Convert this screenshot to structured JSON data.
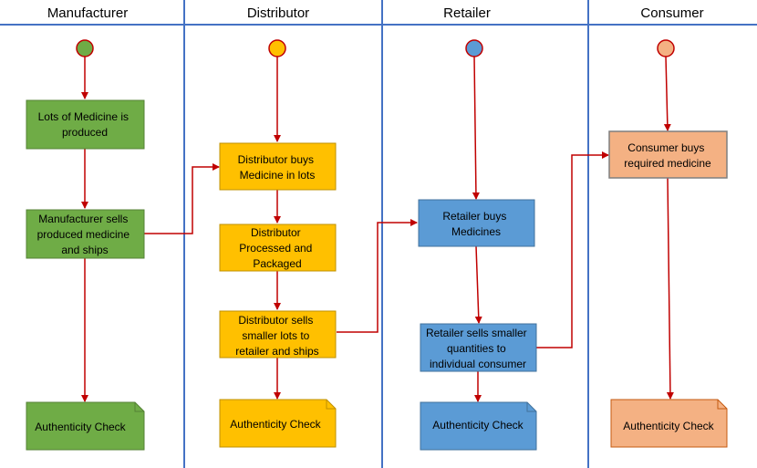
{
  "colors": {
    "manufacturer": "#6fac46",
    "manufacturer_stroke": "#548235",
    "distributor": "#ffc000",
    "distributor_stroke": "#bf9000",
    "retailer": "#5b9bd5",
    "retailer_stroke": "#41719c",
    "consumer": "#f4b183",
    "consumer_stroke": "#c55a11",
    "consumer_box_stroke": "#7f7f7f",
    "arrow": "#c00000",
    "lane_line": "#4472c4"
  },
  "lanes": [
    {
      "id": "manufacturer",
      "title": "Manufacturer"
    },
    {
      "id": "distributor",
      "title": "Distributor"
    },
    {
      "id": "retailer",
      "title": "Retailer"
    },
    {
      "id": "consumer",
      "title": "Consumer"
    }
  ],
  "nodes": {
    "m1": {
      "lines": [
        "Lots of Medicine is",
        "produced"
      ]
    },
    "m2": {
      "lines": [
        "Manufacturer sells",
        "produced medicine",
        "and ships"
      ]
    },
    "m3": {
      "lines": [
        "Authenticity Check"
      ]
    },
    "d1": {
      "lines": [
        "Distributor buys",
        "Medicine in lots"
      ]
    },
    "d2": {
      "lines": [
        "Distributor",
        "Processed and",
        "Packaged"
      ]
    },
    "d3": {
      "lines": [
        "Distributor sells",
        "smaller lots to",
        "retailer and ships"
      ]
    },
    "d4": {
      "lines": [
        "Authenticity Check"
      ]
    },
    "r1": {
      "lines": [
        "Retailer buys",
        "Medicines"
      ]
    },
    "r2": {
      "lines": [
        "Retailer sells smaller",
        "quantities to",
        "individual consumer"
      ]
    },
    "r3": {
      "lines": [
        "Authenticity Check"
      ]
    },
    "c1": {
      "lines": [
        "Consumer buys",
        "required medicine"
      ]
    },
    "c2": {
      "lines": [
        "Authenticity Check"
      ]
    }
  }
}
